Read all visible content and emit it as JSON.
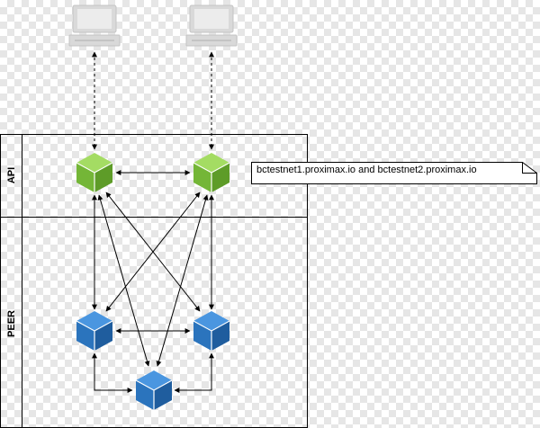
{
  "lanes": {
    "api_label": "API",
    "peer_label": "PEER"
  },
  "note": {
    "text": "bctestnet1.proximax.io and bctestnet2.proximax.io"
  },
  "colors": {
    "api_node": "#7dbf3c",
    "peer_node": "#2c78c4",
    "computer": "#d9d9d9"
  },
  "nodes": {
    "computers": [
      "computer-icon",
      "computer-icon"
    ],
    "api_nodes": [
      "api-node-1",
      "api-node-2"
    ],
    "peer_nodes": [
      "peer-node-1",
      "peer-node-2",
      "peer-node-3"
    ]
  }
}
